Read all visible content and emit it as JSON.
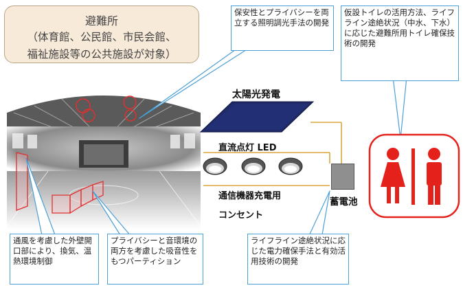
{
  "shelter": {
    "title": "避難所",
    "line1": "（体育館、公民館、市民会館、",
    "line2": "福祉施設等の公共施設が対象）"
  },
  "callouts": {
    "lighting": "保安性とプライバシーを両立する照明調光手法の開発",
    "toilet": "仮設トイレの活用方法、ライフライン途絶状況（中水、下水）に応じた避難所用トイレ確保技術の開発",
    "ventilation": "通風を考慮した外壁開口部により、換気、温熱環境制御",
    "partition": "プライバシーと音環境の両方を考慮した吸音性をもつパーティション",
    "power": "ライフライン途絶状況に応じた電力確保手法と有効活用技術の開発"
  },
  "labels": {
    "solar": "太陽光発電",
    "dc_led": "直流点灯 LED",
    "comm_charge": "通信機器充電用",
    "outlet": "コンセント",
    "battery": "蓄電池"
  },
  "colors": {
    "callout_border": "#4a9fd6",
    "wire": "#d9a53a",
    "toilet_red": "#e5211b",
    "solar_panel": "#1f2a66"
  }
}
